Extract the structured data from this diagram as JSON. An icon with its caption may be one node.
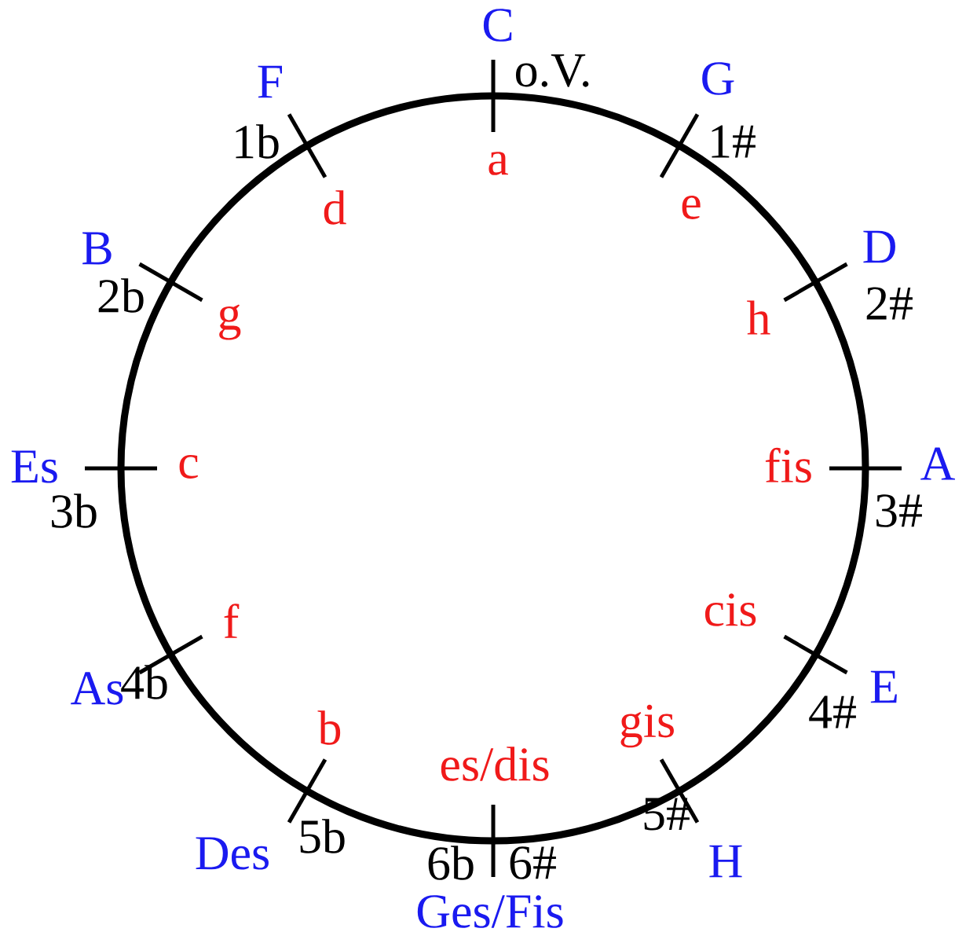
{
  "diagram": {
    "labels": [
      "C",
      "o.V.",
      "a",
      "G",
      "1#",
      "e",
      "D",
      "2#",
      "h",
      "A",
      "3#",
      "fis",
      "E",
      "4#",
      "cis",
      "H",
      "5#",
      "gis",
      "Ges/Fis",
      "6b",
      "6#",
      "es/dis",
      "Des",
      "5b",
      "b",
      "As",
      "4b",
      "f",
      "Es",
      "3b",
      "c",
      "B",
      "2b",
      "g",
      "F",
      "1b",
      "d"
    ]
  }
}
